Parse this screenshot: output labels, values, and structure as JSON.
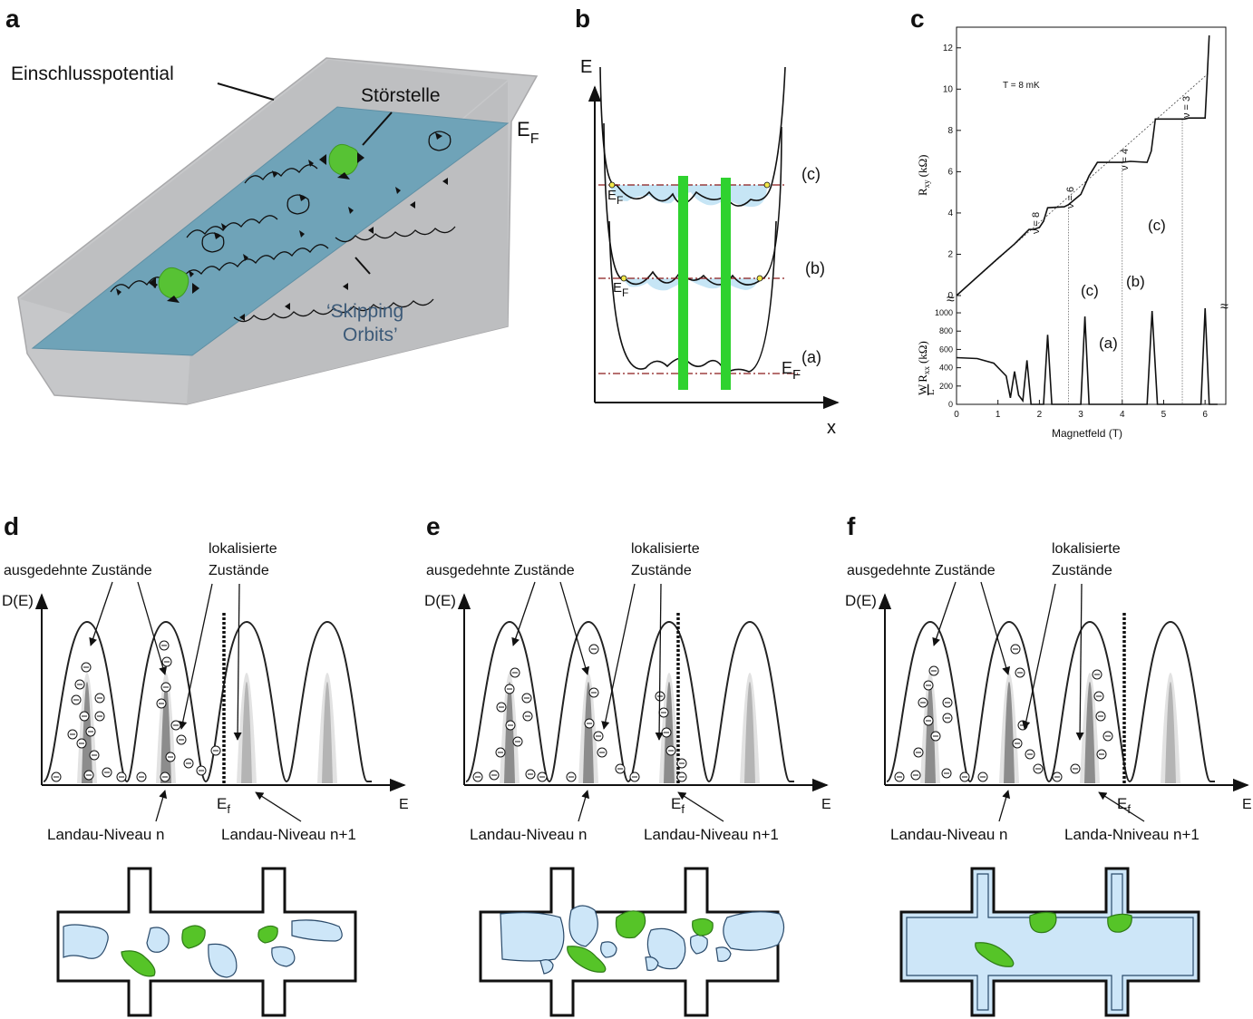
{
  "panel_a": {
    "letter": "a",
    "confinement_label": "Einschlusspotential",
    "impurity_label": "Störstelle",
    "fermi_label": "E",
    "fermi_sub": "F",
    "skipping_label_1": "‘Skipping",
    "skipping_label_2": "Orbits’",
    "colors": {
      "box": "#c8c9cb",
      "water": "#6fa3b8",
      "impurity": "#57c234",
      "skipping_text": "#3c5a78"
    }
  },
  "panel_b": {
    "letter": "b",
    "y_axis": "E",
    "x_axis": "x",
    "fermi_label": "E",
    "fermi_sub": "F",
    "levels": [
      "(c)",
      "(b)",
      "(a)"
    ],
    "colors": {
      "fill": "#c6e5f5",
      "bar": "#2fd22f",
      "fermi_line": "#8b1a1a"
    }
  },
  "panel_c": {
    "letter": "c",
    "temperature": "T = 8 mK",
    "rxy_label": "R",
    "rxy_sub": "xy",
    "rxy_unit": "(kΩ)",
    "rxx_frac_top": "W",
    "rxx_frac_bottom": "L",
    "rxx_label": "R",
    "rxx_sub": "xx",
    "rxx_unit": "(kΩ)",
    "x_label": "Magnetfeld (T)",
    "x_ticks": [
      "0",
      "1",
      "2",
      "3",
      "4",
      "5",
      "6"
    ],
    "rxy_ticks": [
      "0",
      "2",
      "4",
      "6",
      "8",
      "10",
      "12"
    ],
    "rxx_ticks": [
      "0",
      "200",
      "400",
      "600",
      "800",
      "1000"
    ],
    "filling_labels": [
      "ν = 8",
      "ν = 6",
      "ν = 4",
      "ν = 3"
    ],
    "marker_labels": [
      "(c)",
      "(b)",
      "(c)",
      "(a)"
    ],
    "break_mark": "≈"
  },
  "chart_data": {
    "type": "line",
    "xlabel": "Magnetfeld (T)",
    "temperature": "T = 8 mK",
    "xlim": [
      0,
      6.5
    ],
    "series": [
      {
        "name": "R_xy (kΩ)",
        "ylim": [
          0,
          13
        ],
        "x": [
          0.0,
          0.5,
          1.0,
          1.4,
          1.6,
          1.75,
          1.85,
          2.0,
          2.1,
          2.2,
          2.6,
          2.7,
          3.0,
          3.2,
          3.4,
          3.9,
          4.0,
          4.2,
          4.6,
          4.7,
          4.8,
          5.4,
          5.5,
          5.6,
          6.0,
          6.05,
          6.1
        ],
        "values": [
          0.0,
          0.9,
          1.8,
          2.5,
          2.9,
          3.2,
          3.2,
          3.3,
          3.6,
          4.25,
          4.3,
          4.4,
          4.9,
          5.8,
          6.45,
          6.45,
          6.45,
          6.5,
          6.45,
          7.0,
          8.55,
          8.55,
          8.55,
          8.6,
          8.6,
          10.5,
          12.6
        ]
      },
      {
        "name": "W/L R_xx (kΩ)",
        "ylim": [
          0,
          1050
        ],
        "x": [
          0.0,
          0.5,
          0.9,
          1.2,
          1.3,
          1.4,
          1.5,
          1.6,
          1.7,
          1.8,
          1.9,
          2.1,
          2.2,
          2.3,
          2.5,
          3.0,
          3.1,
          3.2,
          3.4,
          4.6,
          4.72,
          4.85,
          5.0,
          5.9,
          6.0,
          6.1,
          6.3
        ],
        "values": [
          510,
          500,
          450,
          310,
          70,
          360,
          100,
          40,
          480,
          0,
          0,
          0,
          760,
          0,
          0,
          0,
          960,
          0,
          0,
          0,
          1020,
          0,
          0,
          0,
          1050,
          0,
          0
        ]
      }
    ]
  },
  "bottom_panels": [
    {
      "letter": "d",
      "y_label": "D(E)",
      "extended": "ausgedehnte Zustände",
      "localized_1": "lokalisierte",
      "localized_2": "Zustände",
      "fermi": "E",
      "fermi_sub": "f",
      "x_label": "E",
      "level_n": "Landau-Niveau n",
      "level_n1": "Landau-Niveau n+1"
    },
    {
      "letter": "e",
      "y_label": "D(E)",
      "extended": "ausgedehnte Zustände",
      "localized_1": "lokalisierte",
      "localized_2": "Zustände",
      "fermi": "E",
      "fermi_sub": "f",
      "x_label": "E",
      "level_n": "Landau-Niveau n",
      "level_n1": "Landau-Niveau n+1"
    },
    {
      "letter": "f",
      "y_label": "D(E)",
      "extended": "ausgedehnte Zustände",
      "localized_1": "lokalisierte",
      "localized_2": "Zustände",
      "fermi": "E",
      "fermi_sub": "f",
      "x_label": "E",
      "level_n": "Landau-Niveau n",
      "level_n1": "Landa-Nniveau n+1"
    }
  ],
  "electron_symbol": "⊖",
  "colors": {
    "puddle": "#cde6f8",
    "puddle_stroke": "#2a4a6a",
    "impurity": "#56c428",
    "peak_fill": "#8c8c8c"
  }
}
